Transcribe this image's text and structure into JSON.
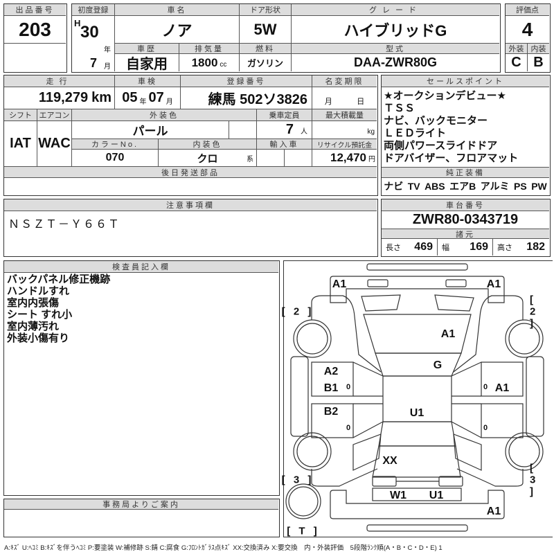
{
  "lot": {
    "label": "出品番号",
    "value": "203"
  },
  "first_reg": {
    "label": "初度登録",
    "era": "H",
    "year": "30",
    "year_unit": "年",
    "month": "7",
    "month_unit": "月"
  },
  "car_name": {
    "label": "車名",
    "value": "ノア"
  },
  "door": {
    "label": "ドア形状",
    "value": "5W"
  },
  "grade": {
    "label": "グレード",
    "value": "ハイブリッドG"
  },
  "history": {
    "label": "車歴",
    "value": "自家用"
  },
  "displacement": {
    "label": "排気量",
    "value": "1800",
    "unit": "cc"
  },
  "fuel": {
    "label": "燃料",
    "value": "ガソリン"
  },
  "model": {
    "label": "型式",
    "value": "DAA-ZWR80G"
  },
  "score": {
    "label": "評価点",
    "value": "4",
    "ext_label": "外装",
    "int_label": "内装",
    "ext": "C",
    "int": "B"
  },
  "mileage": {
    "label": "走行",
    "value": "119,279",
    "unit": "km"
  },
  "inspection": {
    "label": "車検",
    "year": "05",
    "year_unit": "年",
    "month": "07",
    "month_unit": "月"
  },
  "plate": {
    "label": "登録番号",
    "value": "練馬 502ソ3826"
  },
  "name_change": {
    "label": "名変期限",
    "month_unit": "月",
    "day_unit": "日"
  },
  "shift": {
    "label": "シフト",
    "value": "IAT"
  },
  "ac": {
    "label": "エアコン",
    "value": "WAC"
  },
  "ext_color": {
    "label": "外装色",
    "value": "パール"
  },
  "capacity": {
    "label": "乗車定員",
    "value": "7",
    "unit": "人"
  },
  "max_load": {
    "label": "最大積載量",
    "unit": "kg"
  },
  "color_no": {
    "label": "カラーNo.",
    "value": "070"
  },
  "int_color": {
    "label": "内装色",
    "value": "クロ",
    "unit": "系"
  },
  "import": {
    "label": "輸入車"
  },
  "recycle": {
    "label": "リサイクル預託金",
    "value": "12,470",
    "unit": "円"
  },
  "later_parts": {
    "label": "後日発送部品"
  },
  "sales_points": {
    "label": "セールスポイント",
    "items": [
      "★オークションデビュー★",
      "ＴＳＳ",
      "ナビ、バックモニター",
      "ＬＥＤライト",
      "両側パワースライドドア",
      "ドアバイザー、フロアマット"
    ]
  },
  "equipment": {
    "label": "純正装備",
    "items": [
      "ナビ",
      "TV",
      "ABS",
      "エアB",
      "アルミ",
      "PS",
      "PW"
    ]
  },
  "notes": {
    "label": "注意事項欄",
    "value": "ＮＳＺＴ－Ｙ６６Ｔ"
  },
  "chassis": {
    "label": "車台番号",
    "value": "ZWR80-0343719"
  },
  "specs": {
    "label": "諸元",
    "length_label": "長さ",
    "length": "469",
    "width_label": "幅",
    "width": "169",
    "height_label": "高さ",
    "height": "182"
  },
  "inspector": {
    "label": "検査員記入欄",
    "lines": [
      "バックパネル修正機跡",
      "ハンドルすれ",
      "室内内張傷",
      "シート すれ小",
      "室内薄汚れ",
      "外装小傷有り"
    ]
  },
  "office": {
    "label": "事務局よりご案内"
  },
  "diagram": {
    "labels": [
      "A1",
      "A1",
      "[ 2 ]",
      "[ 2 ]",
      "A1",
      "G",
      "A2",
      "B1",
      "0",
      "0",
      "A1",
      "B2",
      "0",
      "0",
      "U1",
      "XX",
      "[ 3 ]",
      "[ 3 ]",
      "W1",
      "U1",
      "A1",
      "[ T ]"
    ]
  },
  "legend": "A:ｷｽﾞ U:ﾍｺﾐ B:ｷｽﾞを伴うﾍｺﾐ P:要塗装 W:補修跡 S:錆 C:腐食 G:ﾌﾛﾝﾄｶﾞﾗｽ点ｷｽﾞ XX:交換済み X:要交換　内・外装評価　5段階ﾗﾝｸ順(A・B・C・D・E) 1"
}
